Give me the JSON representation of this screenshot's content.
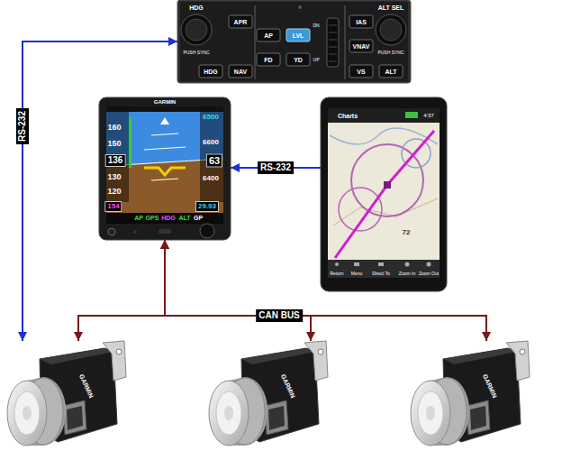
{
  "diagram": {
    "nodes": [
      {
        "text": [
          "HDG",
          "PUSH SYNC",
          "APR",
          "HDG",
          "NAV",
          "AP",
          "LVL",
          "FD",
          "YD",
          "DN",
          "UP",
          "IAS",
          "VNAV",
          "VS",
          "ALT",
          "ALT SEL",
          "PUSH SYNC"
        ]
      },
      {
        "text": [
          "GARMIN",
          "160",
          "150",
          "136",
          "130",
          "120",
          "6500",
          "6600",
          "63",
          "6400",
          "154",
          "29.93",
          "AP",
          "GPS",
          "HDG",
          "ALT",
          "GP"
        ]
      },
      {
        "text": [
          "Charts",
          "4:57",
          "72",
          "Return",
          "Menu",
          "Direct To",
          "Zoom In",
          "Zoom Out"
        ]
      },
      {
        "text": [
          "GARMIN"
        ]
      },
      {
        "text": [
          "GARMIN"
        ]
      },
      {
        "text": [
          "GARMIN"
        ]
      }
    ],
    "edges": [
      {
        "from": 3,
        "to": 0,
        "arrow": "both",
        "label": "RS-232"
      },
      {
        "from": 2,
        "to": 1,
        "arrow": "to",
        "label": "RS-232"
      },
      {
        "from": 1,
        "to": 3,
        "arrow": "both"
      },
      {
        "from": 1,
        "to": 4,
        "arrow": "both",
        "label": "CAN BUS"
      },
      {
        "from": 1,
        "to": 5,
        "arrow": "both"
      }
    ]
  }
}
